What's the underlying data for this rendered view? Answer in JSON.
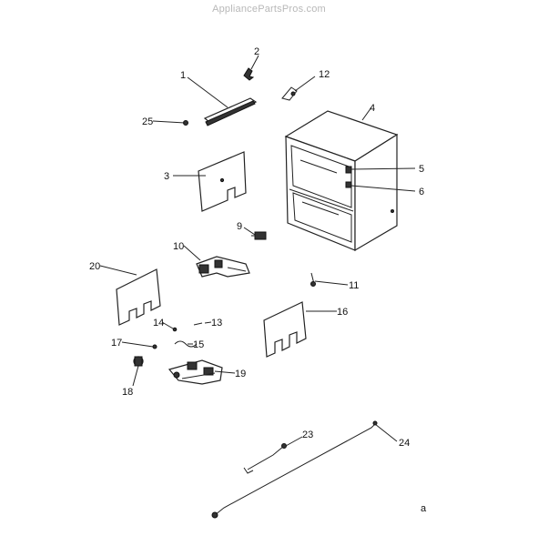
{
  "watermark": "AppliancePartsPros.com",
  "callouts": [
    "1",
    "2",
    "3",
    "4",
    "5",
    "6",
    "9",
    "10",
    "11",
    "12",
    "13",
    "14",
    "15",
    "16",
    "17",
    "18",
    "19",
    "20",
    "23",
    "24",
    "25"
  ],
  "corner_mark": "a"
}
